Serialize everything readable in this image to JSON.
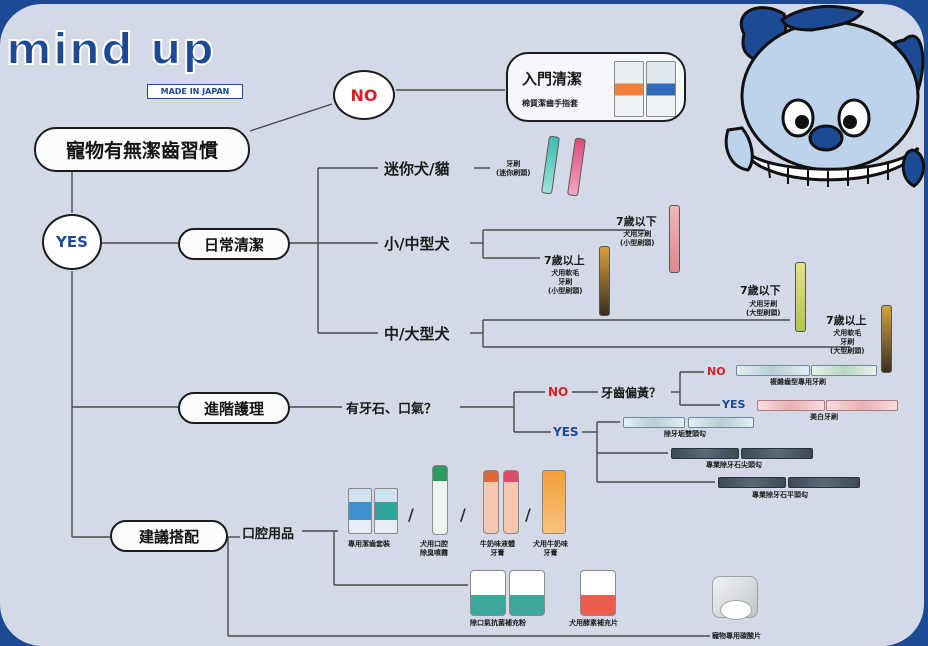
{
  "brand": {
    "logo": "mind up",
    "made_in": "MADE IN JAPAN"
  },
  "colors": {
    "frame": "#1d4a94",
    "panel": "#d3d9e7",
    "no": "#d81f26",
    "yes": "#1d4a94"
  },
  "root": {
    "question": "寵物有無潔齒習慣",
    "no": "NO",
    "yes": "YES"
  },
  "no_branch": {
    "title": "入門清潔",
    "product": "棉質潔齒手指套"
  },
  "daily": {
    "title": "日常清潔",
    "mini": {
      "label": "迷你犬/貓",
      "product": "牙刷\n(迷你刷頭)"
    },
    "small": {
      "label": "小/中型犬",
      "under7_age": "7歲以下",
      "under7_product": "犬用牙刷\n(小型刷頭)",
      "over7_age": "7歲以上",
      "over7_product": "犬用軟毛\n牙刷\n(小型刷頭)"
    },
    "large": {
      "label": "中/大型犬",
      "under7_age": "7歲以下",
      "under7_product": "犬用牙刷\n(大型刷頭)",
      "over7_age": "7歲以上",
      "over7_product": "犬用軟毛\n牙刷\n(大型刷頭)"
    }
  },
  "advanced": {
    "title": "進階護理",
    "question": "有牙石、口氣？",
    "no": "NO",
    "yellow_question": "牙齒偏黃？",
    "yellow_no": "NO",
    "yellow_no_product": "複雜齒型專用牙刷",
    "yellow_yes": "YES",
    "yellow_yes_product": "美白牙刷",
    "yes": "YES",
    "yes_products": [
      "除牙垢雙頭勾",
      "專業除牙石尖頭勾",
      "專業除牙石平頭勾"
    ]
  },
  "suggest": {
    "title": "建議搭配",
    "category": "口腔用品",
    "row1": [
      "專用潔齒套裝",
      "犬用口腔\n除臭噴霧",
      "牛奶味液體\n牙膏",
      "犬用牛奶味\n牙膏"
    ],
    "row2": [
      "除口氣抗菌補充粉",
      "犬用酵素補充片"
    ],
    "row3": "寵物專用碳酸片"
  }
}
